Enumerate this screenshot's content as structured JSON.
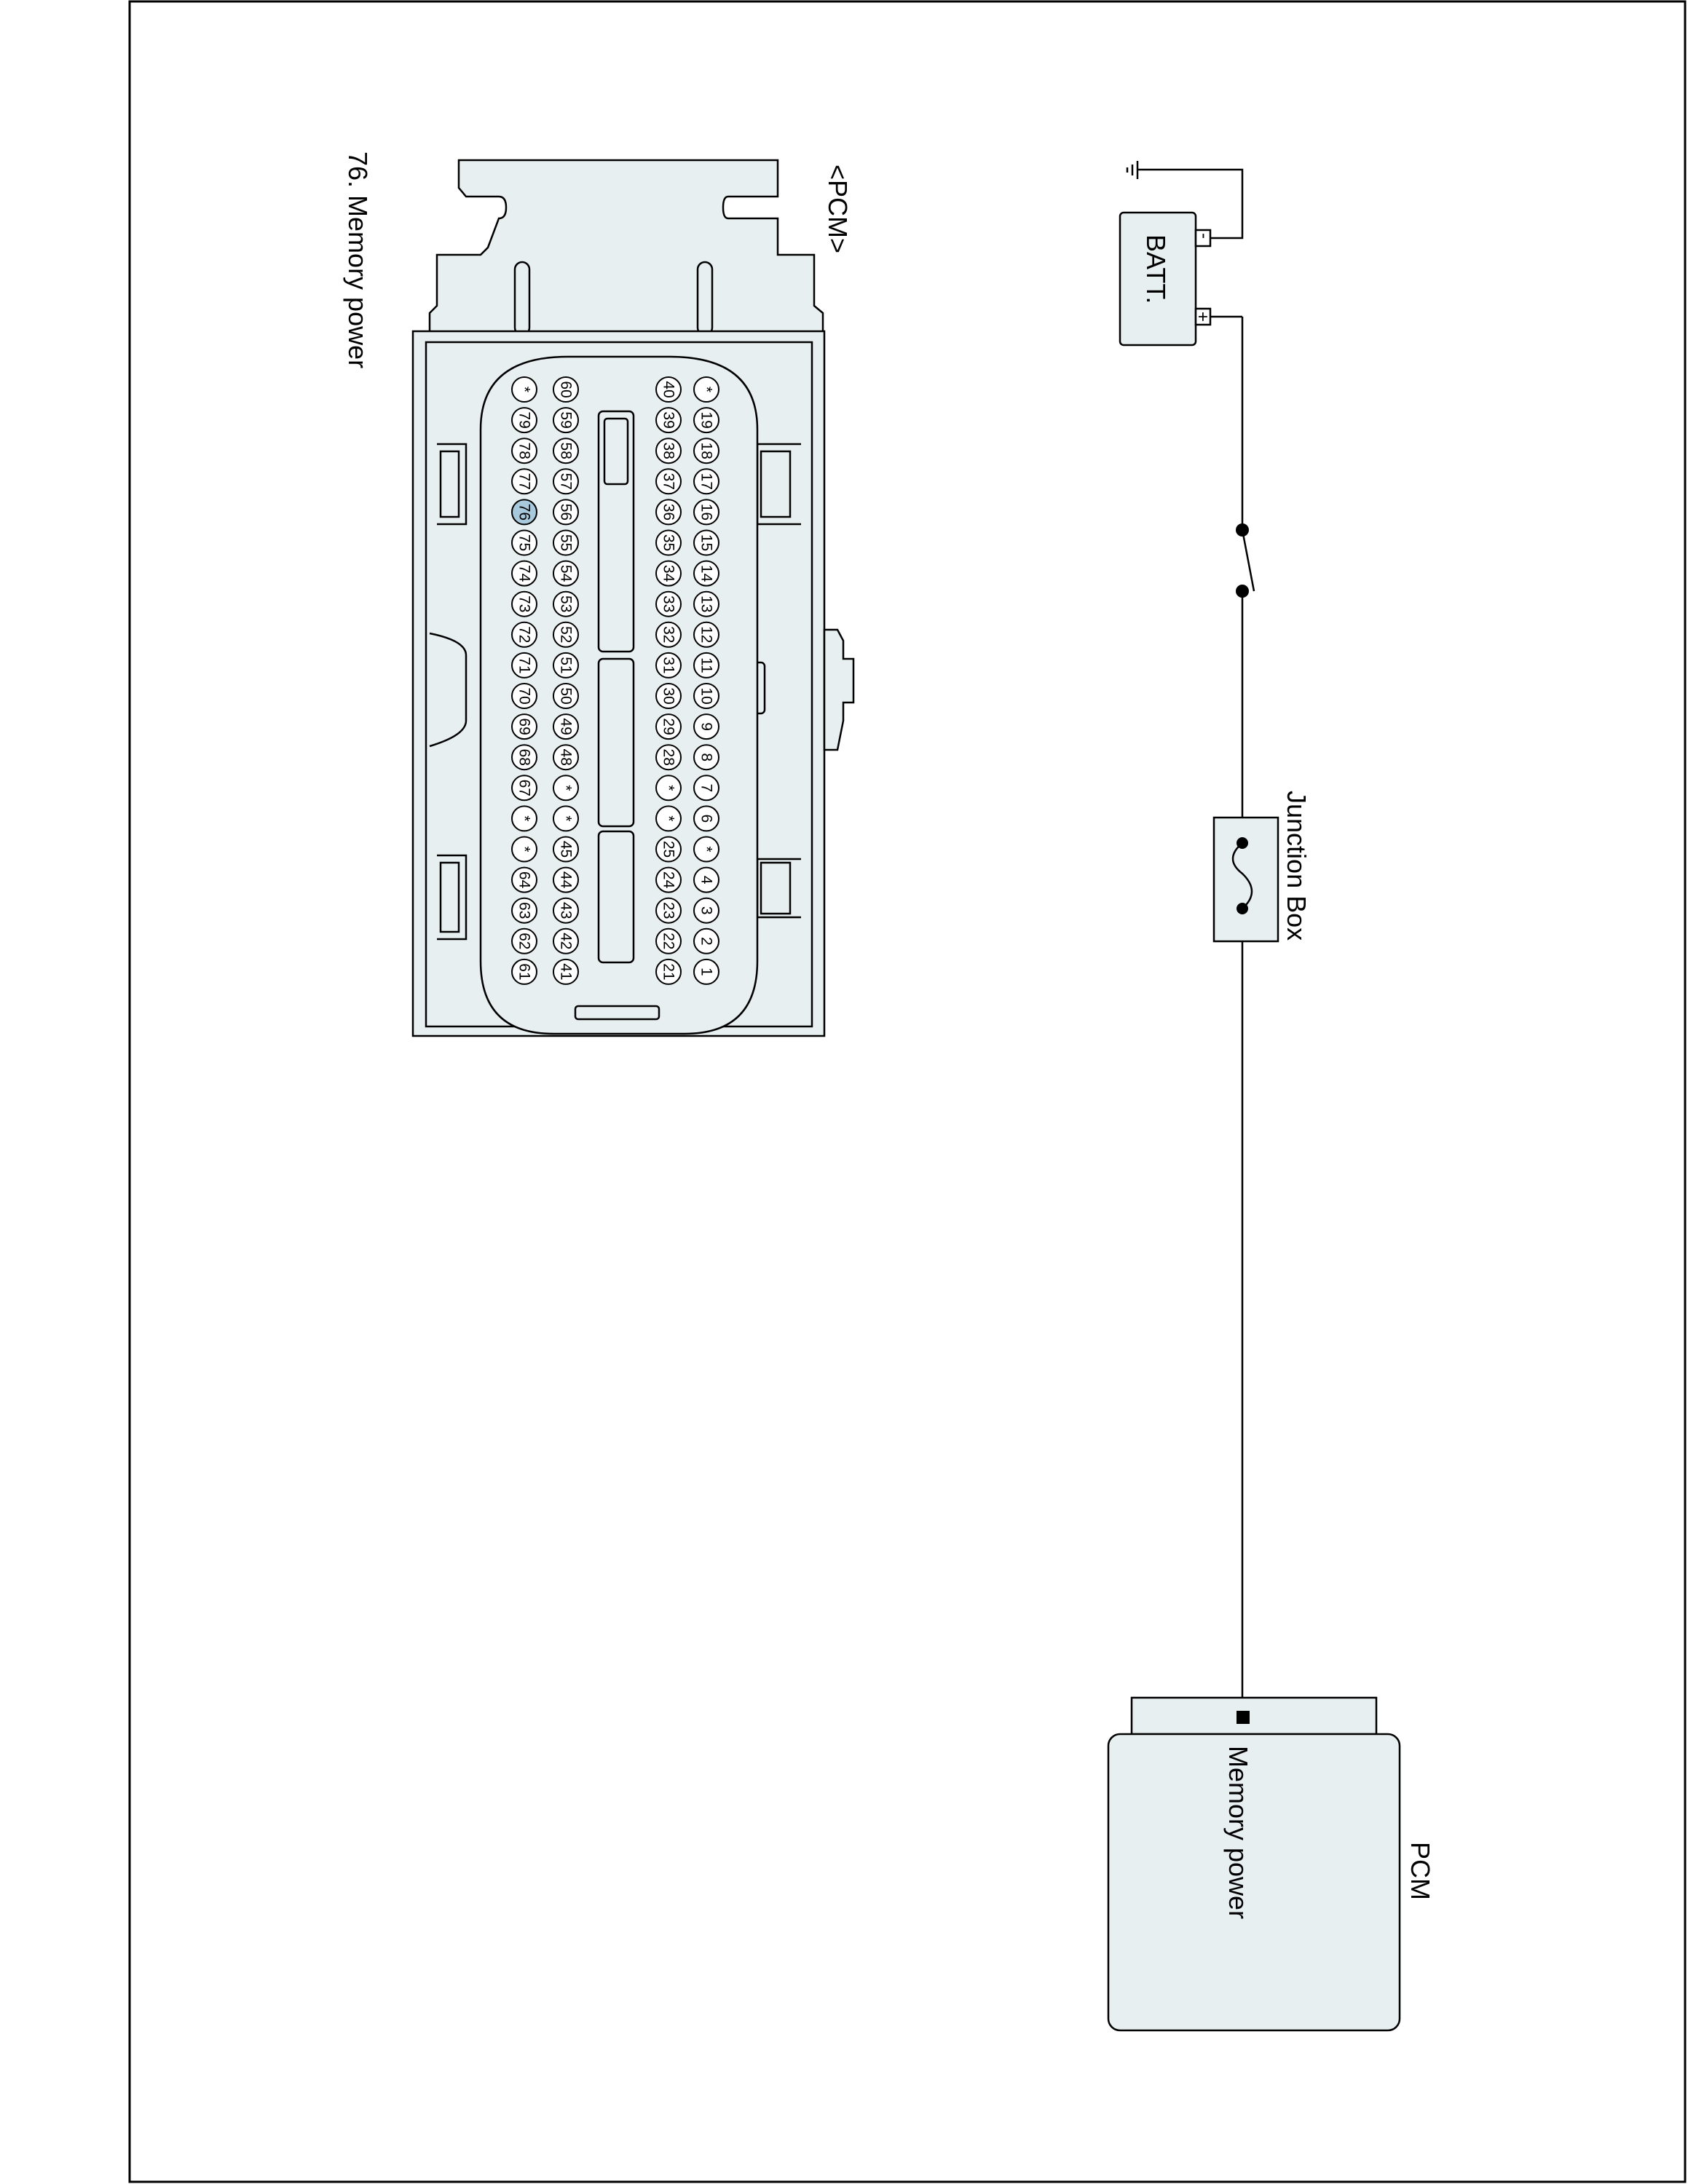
{
  "connector": {
    "title": "<PCM>",
    "pin_label": "76. Memory power",
    "highlighted_pin": "76",
    "rows": [
      [
        "*",
        "19",
        "18",
        "17",
        "16",
        "15",
        "14",
        "13",
        "12",
        "11",
        "10",
        "9",
        "8",
        "7",
        "6",
        "*",
        "4",
        "3",
        "2",
        "1"
      ],
      [
        "40",
        "39",
        "38",
        "37",
        "36",
        "35",
        "34",
        "33",
        "32",
        "31",
        "30",
        "29",
        "28",
        "*",
        "*",
        "25",
        "24",
        "23",
        "22",
        "21"
      ],
      [
        "60",
        "59",
        "58",
        "57",
        "56",
        "55",
        "54",
        "53",
        "52",
        "51",
        "50",
        "49",
        "48",
        "*",
        "*",
        "45",
        "44",
        "43",
        "42",
        "41"
      ],
      [
        "*",
        "79",
        "78",
        "77",
        "76",
        "75",
        "74",
        "73",
        "72",
        "71",
        "70",
        "69",
        "68",
        "67",
        "*",
        "*",
        "64",
        "63",
        "62",
        "61"
      ]
    ]
  },
  "schematic": {
    "battery_label": "BATT.",
    "battery_minus": "-",
    "battery_plus": "+",
    "junction_box_label": "Junction Box",
    "pcm_label": "PCM",
    "pcm_pin_label": "Memory power"
  },
  "colors": {
    "fill": "#e8eff0",
    "line": "#000000",
    "highlight": "#a8c8dc"
  }
}
